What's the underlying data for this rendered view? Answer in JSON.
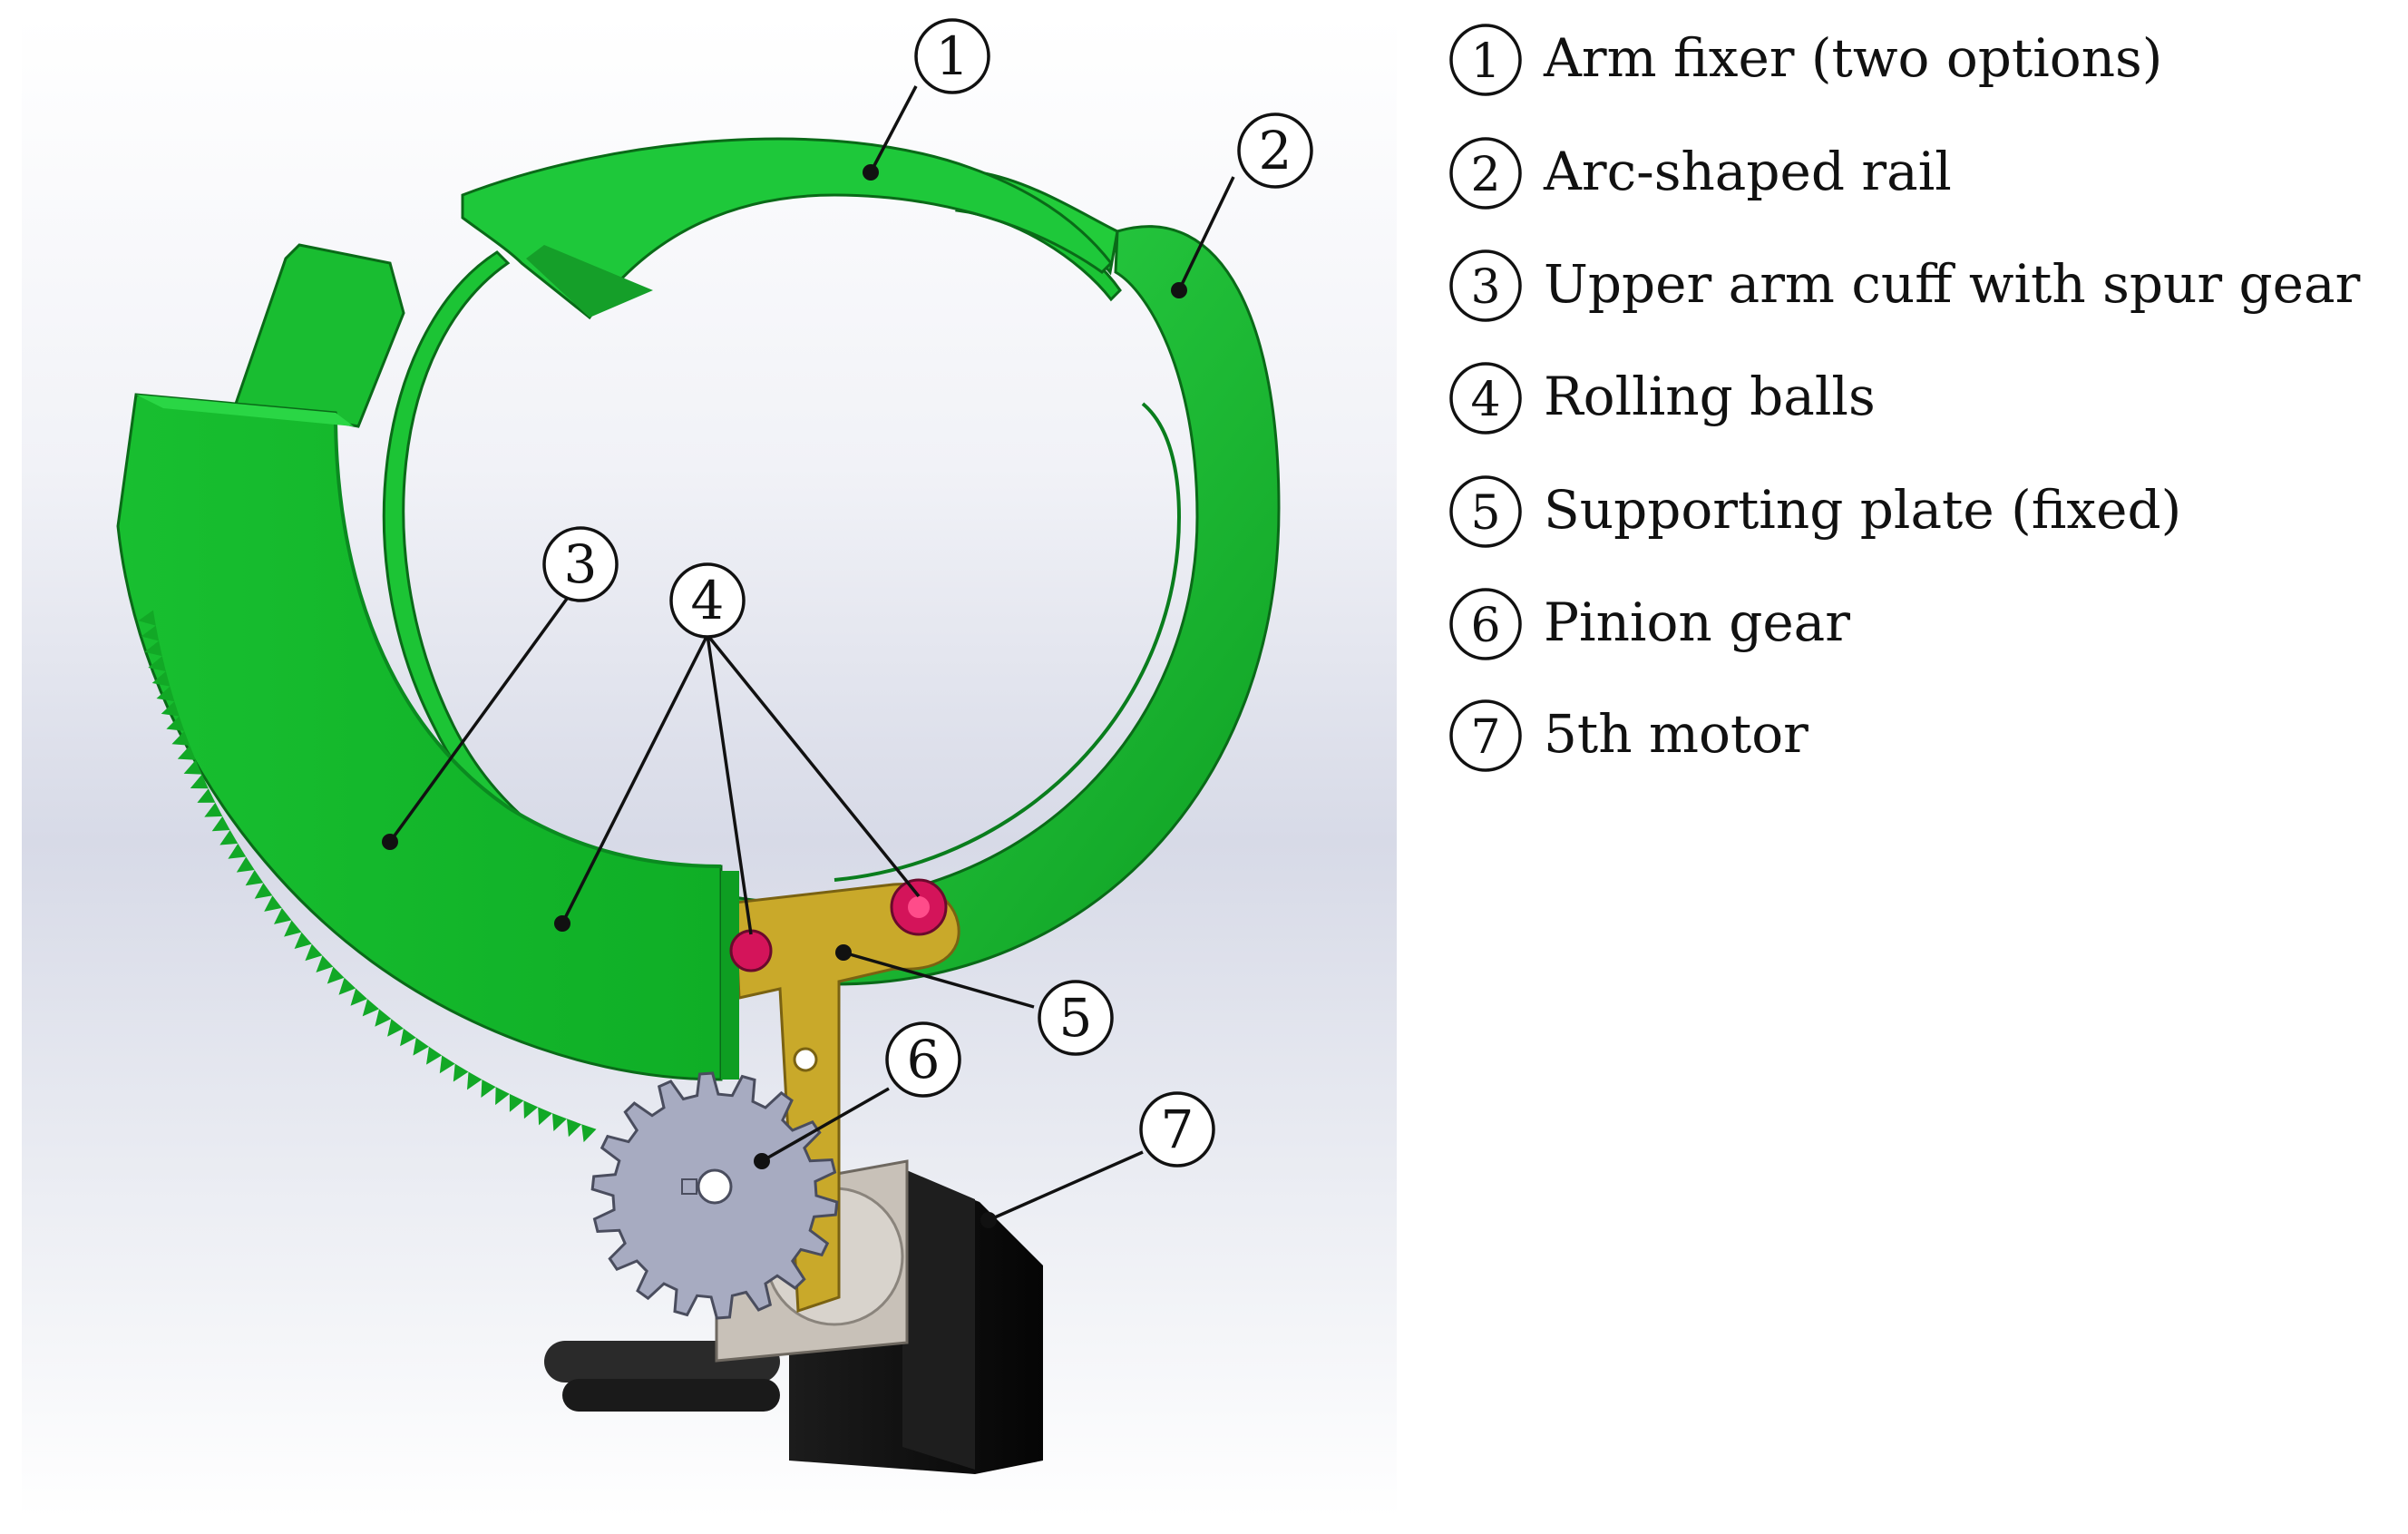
{
  "parts": [
    {
      "num": "1",
      "label": "Arm fixer (two options)"
    },
    {
      "num": "2",
      "label": "Arc-shaped rail"
    },
    {
      "num": "3",
      "label": "Upper arm cuff with spur gear"
    },
    {
      "num": "4",
      "label": "Rolling balls"
    },
    {
      "num": "5",
      "label": "Supporting plate (fixed)"
    },
    {
      "num": "6",
      "label": "Pinion gear"
    },
    {
      "num": "7",
      "label": "5th motor"
    }
  ],
  "colors": {
    "rail_green": "#16c02c",
    "cuff_green": "#12b828",
    "plate_gold": "#c9a92a",
    "ball_magenta": "#d4145a",
    "pinion_gray": "#a7abc1",
    "motor_black": "#111111",
    "flange_beige": "#c8c1b8"
  }
}
